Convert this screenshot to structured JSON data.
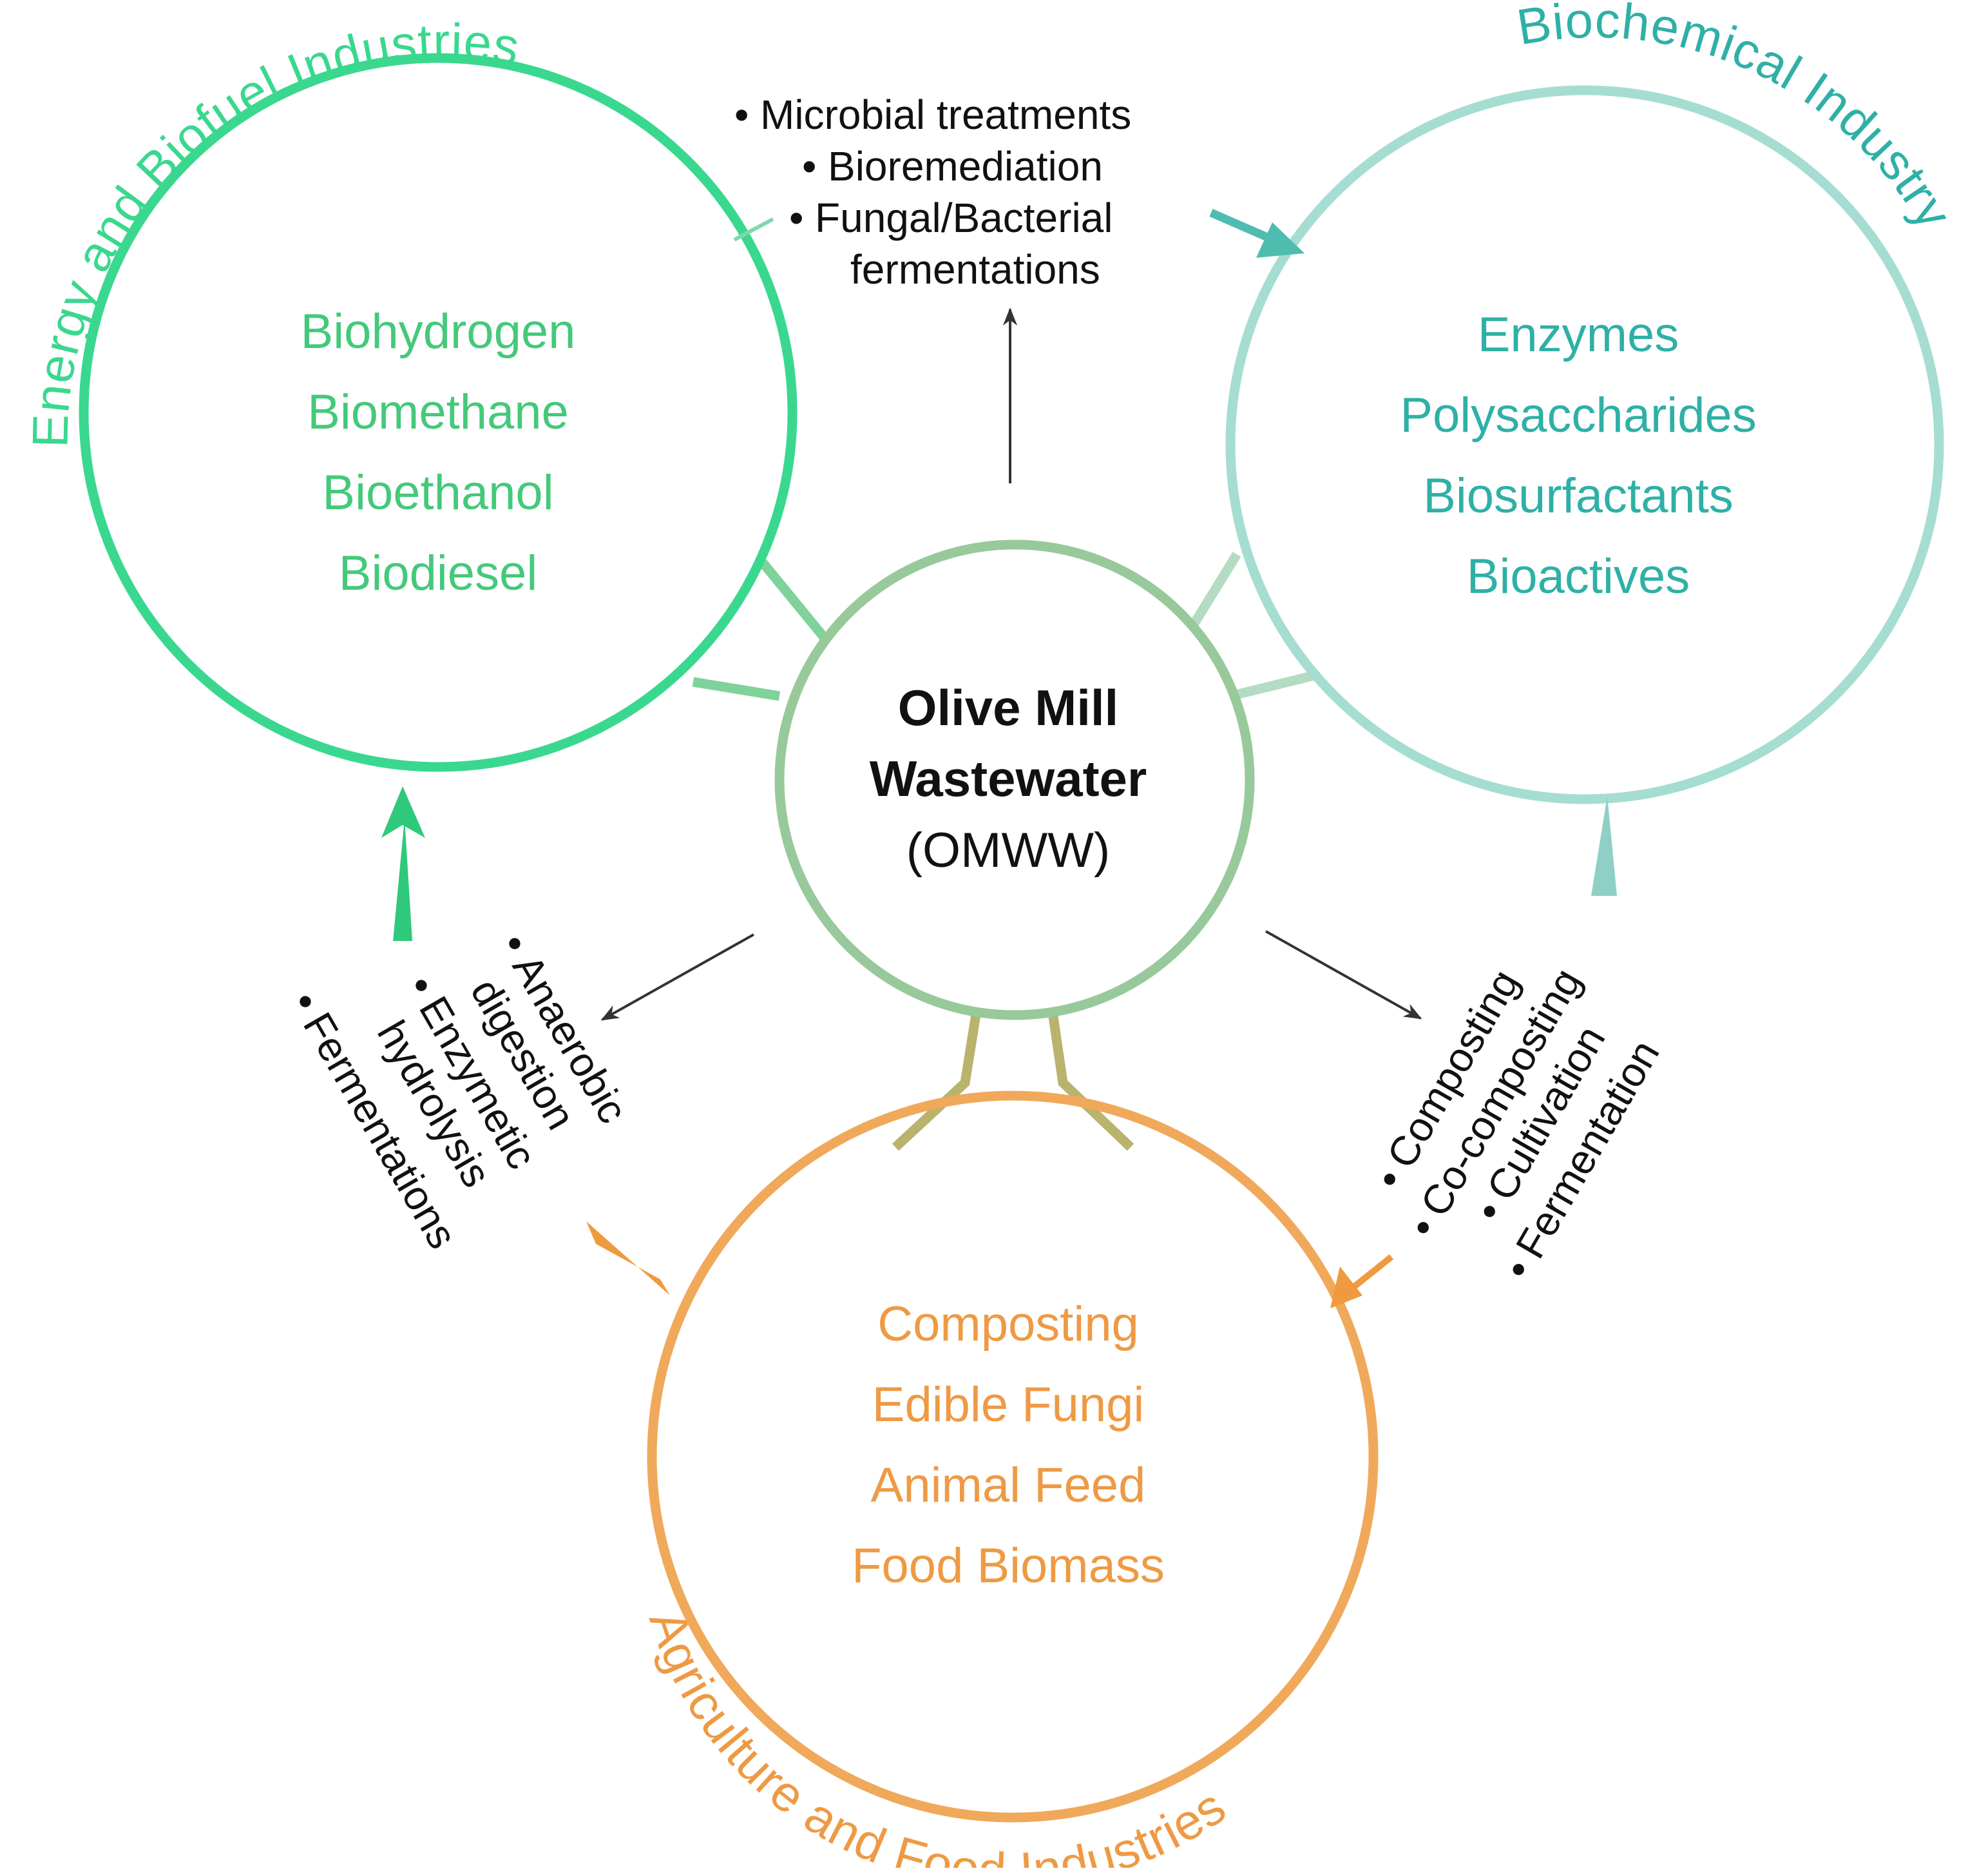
{
  "center": {
    "line1": "Olive Mill",
    "line2": "Wastewater",
    "line3": "(OMWW)"
  },
  "energy": {
    "title": "Energy and Biofuel Industries",
    "items": [
      "Biohydrogen",
      "Biomethane",
      "Bioethanol",
      "Biodiesel"
    ]
  },
  "biochemical": {
    "title": "Biochemical Industry",
    "items": [
      "Enzymes",
      "Polysaccharides",
      "Biosurfactants",
      "Bioactives"
    ]
  },
  "agriculture": {
    "title": "Agriculture and Food Industries",
    "items": [
      "Composting",
      "Edible Fungi",
      "Animal Feed",
      "Food Biomass"
    ]
  },
  "processes": {
    "top": [
      "Microbial treatments",
      "Bioremediation",
      "Fungal/Bacterial",
      "fermentations"
    ],
    "left": [
      "Anaerobic",
      "digestion",
      "Enzymetic",
      "hydrolysis",
      "Fermentations"
    ],
    "right": [
      "Composting",
      "Co-composting",
      "Cultivation",
      "Fermentation"
    ]
  },
  "bullet": "•",
  "colors": {
    "energy": "#3ad88f",
    "biochemical": "#a6ddd2",
    "biochemical_text": "#2fb0a6",
    "agriculture": "#f0a95a",
    "agriculture_text": "#ee9a44",
    "center": "#98c99a",
    "neck_left": "#8fc47a",
    "neck_bottom": "#b9b36e",
    "ink": "#111111",
    "arrow": "#333333"
  }
}
